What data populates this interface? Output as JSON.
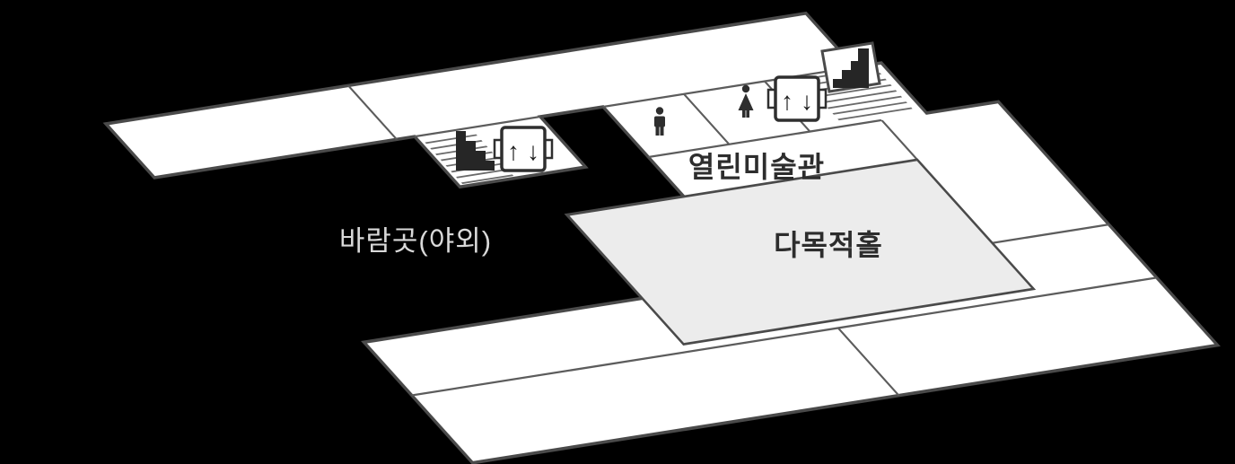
{
  "map": {
    "background": "#000000",
    "floor_color": "#ffffff",
    "hall_color": "#ececec",
    "outline_color": "#4a4a4a",
    "rooms": [
      {
        "id": "outdoor-area",
        "label": "바람곳(야외)"
      },
      {
        "id": "open-gallery",
        "label": "열린미술관"
      },
      {
        "id": "multipurpose-hall",
        "label": "다목적홀"
      }
    ],
    "icons": [
      {
        "id": "stairs-icon-left",
        "meaning": "stairs"
      },
      {
        "id": "elevator-icon-left",
        "meaning": "elevator"
      },
      {
        "id": "restroom-male-icon",
        "meaning": "male restroom"
      },
      {
        "id": "restroom-female-icon",
        "meaning": "female restroom"
      },
      {
        "id": "elevator-icon-right",
        "meaning": "elevator"
      },
      {
        "id": "stairs-icon-right",
        "meaning": "stairs"
      }
    ],
    "elevator": {
      "up": "↑",
      "down": "↓"
    }
  }
}
